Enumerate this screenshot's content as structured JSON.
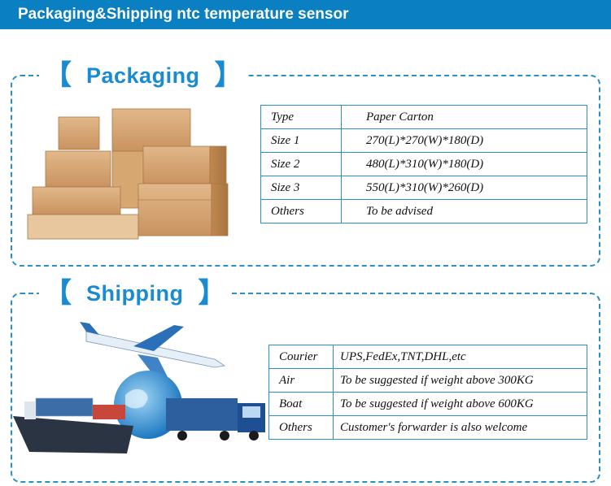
{
  "header": {
    "title": "Packaging&Shipping ntc temperature sensor"
  },
  "packaging": {
    "title": "Packaging",
    "rows": [
      {
        "label": "Type",
        "value": "Paper Carton"
      },
      {
        "label": "Size 1",
        "value": "270(L)*270(W)*180(D)"
      },
      {
        "label": "Size 2",
        "value": "480(L)*310(W)*180(D)"
      },
      {
        "label": "Size 3",
        "value": "550(L)*310(W)*260(D)"
      },
      {
        "label": "Others",
        "value": "To be advised"
      }
    ]
  },
  "shipping": {
    "title": "Shipping",
    "rows": [
      {
        "label": "Courier",
        "value": "UPS,FedEx,TNT,DHL,etc"
      },
      {
        "label": "Air",
        "value": "To be suggested if weight above 300KG"
      },
      {
        "label": "Boat",
        "value": "To be suggested if weight above 600KG"
      },
      {
        "label": "Others",
        "value": "Customer's forwarder is also welcome"
      }
    ]
  },
  "colors": {
    "header_bg": "#0a7fc2",
    "accent": "#1a8bd1",
    "table_border": "#2e8fcf"
  },
  "icons": {
    "packaging": "cardboard-boxes-illustration",
    "shipping": "plane-globe-ship-truck-illustration"
  }
}
